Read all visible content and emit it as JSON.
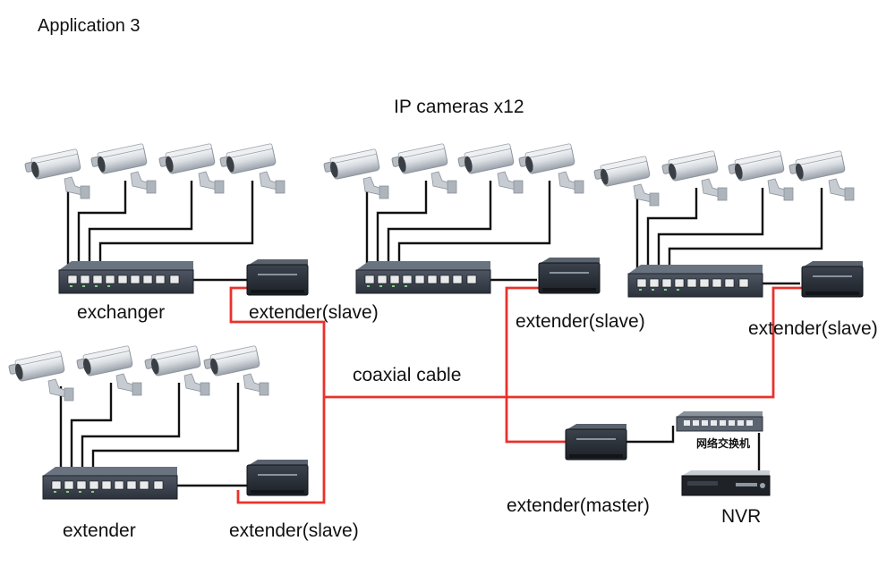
{
  "header": {
    "title": "Application 3"
  },
  "labels": {
    "cameras": "IP cameras x12",
    "exchanger": "exchanger",
    "extender_slave_1": "extender(slave)",
    "extender_slave_2": "extender(slave)",
    "extender_slave_3": "extender(slave)",
    "extender_slave_4": "extender(slave)",
    "coaxial_cable": "coaxial cable",
    "extender": "extender",
    "extender_master": "extender(master)",
    "nvr": "NVR",
    "network_switch": "网络交换机"
  },
  "colors": {
    "coax": "#e8322b",
    "cable": "#111111",
    "device": "#3f4652"
  },
  "icons": [
    "ip-camera-icon",
    "network-switch-icon",
    "extender-box-icon",
    "nvr-icon"
  ]
}
